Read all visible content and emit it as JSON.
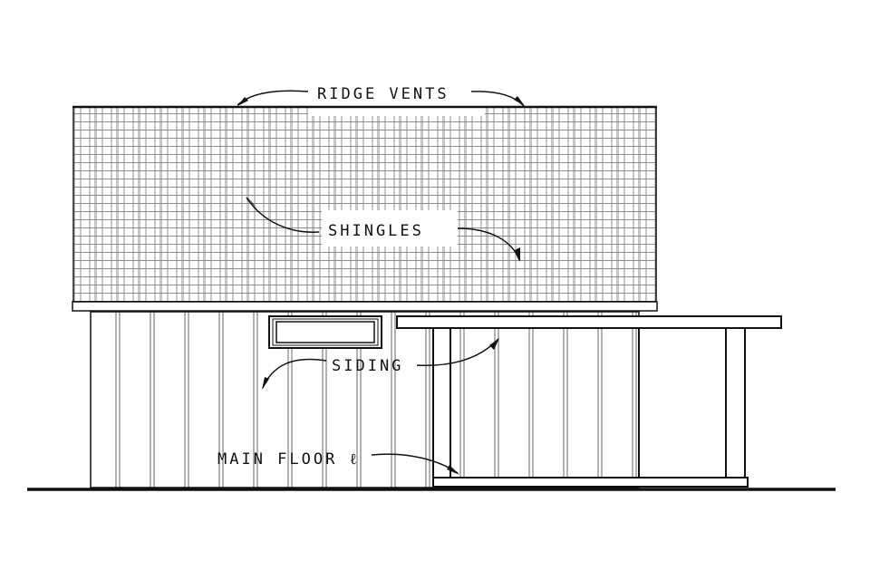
{
  "labels": {
    "ridge_vents": "RIDGE VENTS",
    "shingles": "SHINGLES",
    "siding": "SIDING",
    "main_floor": "MAIN FLOOR ℓ"
  },
  "colors": {
    "ink": "#111111",
    "background": "#ffffff"
  }
}
